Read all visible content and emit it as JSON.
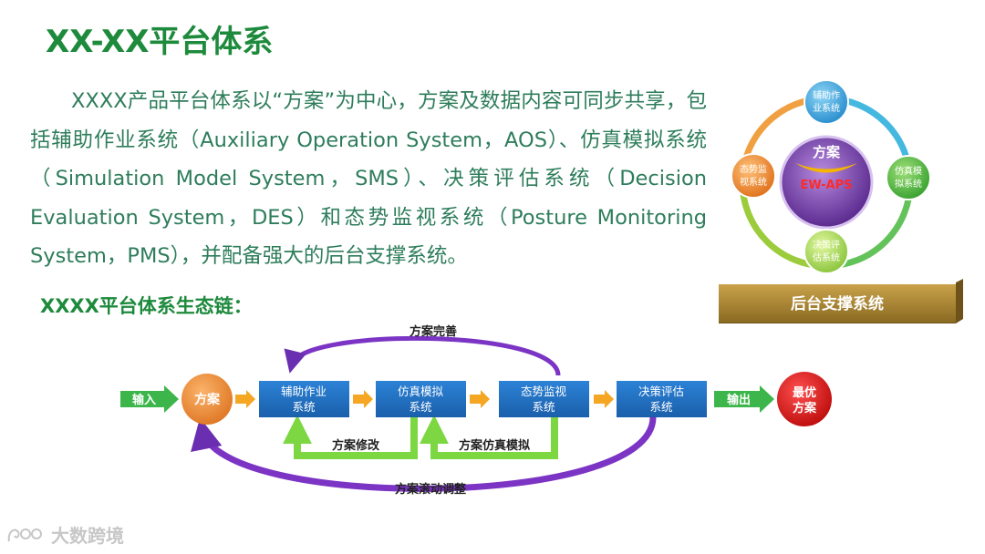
{
  "title": "XX-XX平台体系",
  "intro": "XXXX产品平台体系以“方案”为中心，方案及数据内容可同步共享，包括辅助作业系统（Auxiliary Operation System，AOS）、仿真模拟系统（Simulation Model System，SMS）、决策评估系统（Decision Evaluation System，DES）和态势监视系统（Posture Monitoring System，PMS），并配备强大的后台支撑系统。",
  "subtitle": "XXXX平台体系生态链：",
  "ring": {
    "center_top": "方案",
    "center_bottom": "EW-APS",
    "top": [
      "辅助作",
      "业系统"
    ],
    "right": [
      "仿真模",
      "拟系统"
    ],
    "bottom": [
      "决策评",
      "估系统"
    ],
    "left": [
      "态势监",
      "视系统"
    ],
    "base": "后台支撑系统"
  },
  "flow": {
    "input": "输入",
    "plan": "方案",
    "boxes": [
      [
        "辅助作业",
        "系统"
      ],
      [
        "仿真模拟",
        "系统"
      ],
      [
        "态势监视",
        "系统"
      ],
      [
        "决策评估",
        "系统"
      ]
    ],
    "output": "输出",
    "best": [
      "最优",
      "方案"
    ],
    "top_loop": "方案完善",
    "loop1": "方案修改",
    "loop2": "方案仿真模拟",
    "bottom_loop": "方案滚动调整"
  },
  "watermark": "大数跨境",
  "colors": {
    "title_green": "#1d8a3c",
    "body_green": "#2e7d5b",
    "box_blue": "#1f6fc0",
    "arrow_green": "#3cb54a",
    "arrow_orange": "#f5a623",
    "loop_purple": "#8a2be2",
    "best_red": "#d42020",
    "plan_orange": "#f0923a",
    "base_gold": "#9b7a2a"
  }
}
